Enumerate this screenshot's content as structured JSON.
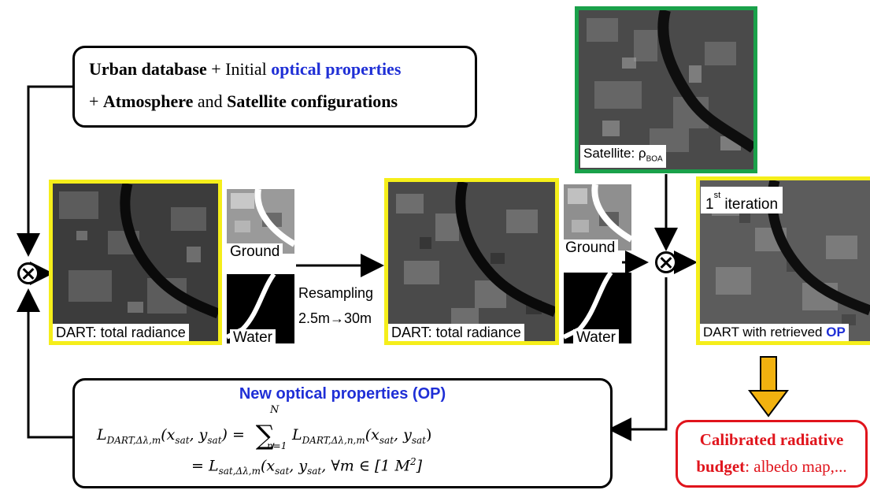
{
  "top_box": {
    "line1_bold": "Urban database",
    "line1_mid": " + Initial ",
    "line1_blue": "optical properties",
    "line2_start": "+ ",
    "line2_bold1": "Atmosphere",
    "line2_mid": " and ",
    "line2_bold2": "Satellite configurations"
  },
  "satellite": {
    "label": "Satellite: ρ",
    "subscript": "BOA"
  },
  "dart1": {
    "caption": "DART: total radiance",
    "ground": "Ground",
    "water": "Water"
  },
  "resampling": {
    "line1": "Resampling",
    "line2": "2.5m→30m"
  },
  "dart2": {
    "caption": "DART: total radiance",
    "ground": "Ground",
    "water": "Water"
  },
  "dart3": {
    "caption_prefix": "DART with retrieved ",
    "caption_blue": "OP",
    "iteration_num": "1",
    "iteration_sup": "st",
    "iteration_word": "iteration"
  },
  "bottom_box": {
    "title": "New optical properties (OP)",
    "eq_lhs": "L",
    "eq_lhs_sub": "DART,Δλ,m",
    "eq_lhs_args": "(x",
    "eq_sat": "sat",
    "eq_mid": ", y",
    "eq_close": ") = ",
    "eq_sum": "∑",
    "eq_sum_top": "N",
    "eq_sum_bottom": "n=1",
    "eq_rhs": "L",
    "eq_rhs_sub": "DART,Δλ,n,m",
    "line2_prefix": "= L",
    "line2_sub": "sat,Δλ,m",
    "line2_rest": ", ∀m ∈ [1 M",
    "line2_sup": "2",
    "line2_end": "]"
  },
  "result_box": {
    "line1": "Calibrated radiative",
    "line2_bold": "budget",
    "line2_rest": ": albedo map,..."
  },
  "colors": {
    "yellow": "#f5ee1a",
    "green": "#1aa14a",
    "orange": "#f2b20f",
    "blue": "#1f2fd6",
    "red": "#e0141c"
  }
}
